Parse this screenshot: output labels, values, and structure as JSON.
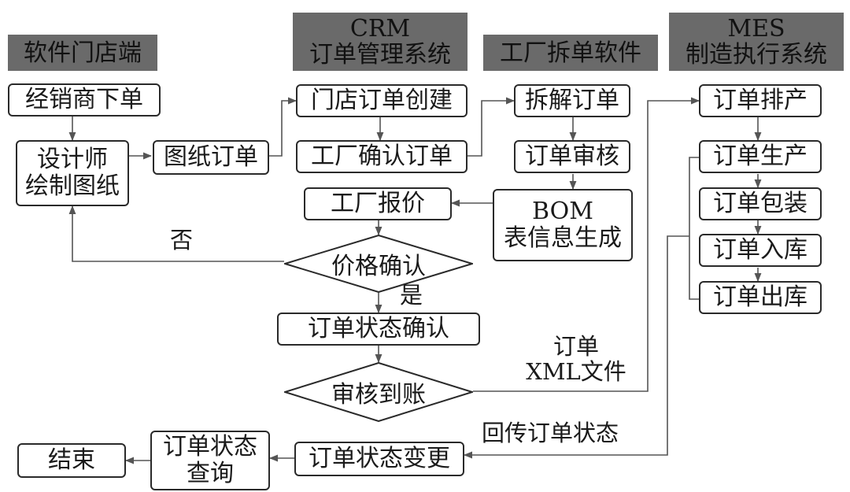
{
  "lanes": {
    "store": "软件门店端",
    "crm": {
      "line1": "CRM",
      "line2": "订单管理系统"
    },
    "factory": "工厂拆单软件",
    "mes": {
      "line1": "MES",
      "line2": "制造执行系统"
    }
  },
  "nodes": {
    "dealer_order": "经销商下单",
    "designer_draw": {
      "line1": "设计师",
      "line2": "绘制图纸"
    },
    "drawing_order": "图纸订单",
    "store_order_create": "门店订单创建",
    "factory_confirm": "工厂确认订单",
    "factory_quote": "工厂报价",
    "price_confirm": "价格确认",
    "order_status_confirm": "订单状态确认",
    "audit_payment": "审核到账",
    "status_change": "订单状态变更",
    "status_query": {
      "line1": "订单状态",
      "line2": "查询"
    },
    "end": "结束",
    "split_order": "拆解订单",
    "order_audit": "订单审核",
    "bom": {
      "line1": "BOM",
      "line2": "表信息生成"
    },
    "scheduling": "订单排产",
    "production": "订单生产",
    "packaging": "订单包装",
    "warehousing": "订单入库",
    "outbound": "订单出库"
  },
  "edge_labels": {
    "no": "否",
    "yes": "是",
    "xml_file": {
      "line1": "订单",
      "line2": "XML文件"
    },
    "return_status": "回传订单状态"
  },
  "colors": {
    "header_bg": "#6a6a6a",
    "line": "#555555",
    "border": "#2a2a2a"
  }
}
